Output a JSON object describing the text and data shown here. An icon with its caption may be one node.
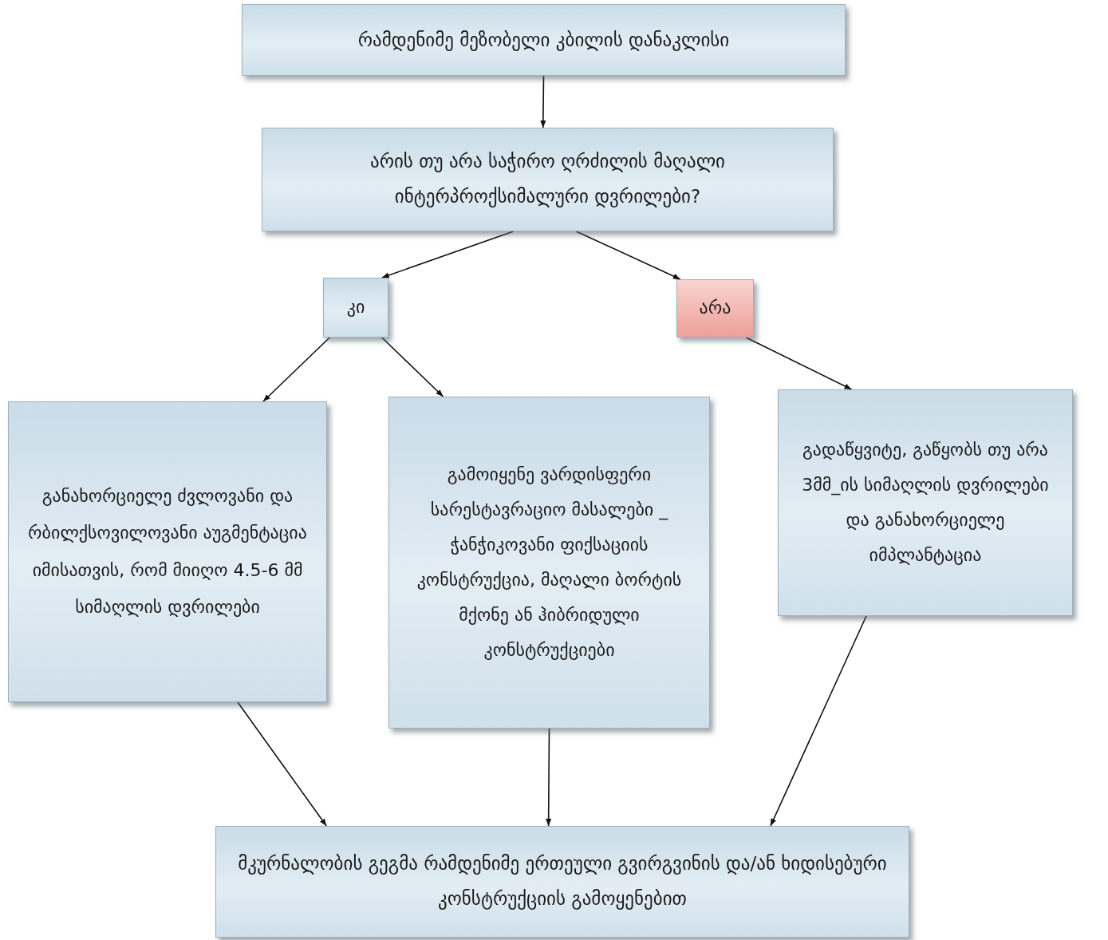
{
  "diagram": {
    "nodes": [
      {
        "text": [
          "რამდენიმე მეზობელი კბილის დანაკლისი"
        ]
      },
      {
        "text": [
          "არის თუ არა საჭირო ღრძილის მაღალი ინტერპროქსიმალური დვრილები?"
        ]
      },
      {
        "text": [
          "კი"
        ]
      },
      {
        "text": [
          "არა"
        ]
      },
      {
        "text": [
          "განახორციელე ძვლოვანი და რბილქსოვილოვანი აუგმენტაცია იმისათვის, რომ მიიღო 4.5-6 მმ სიმაღლის დვრილები"
        ]
      },
      {
        "text": [
          "გამოიყენე ვარდისფერი სარესტავრაციო მასალები _ ჭანჭიკოვანი ფიქსაციის კონსტრუქცია, მაღალი ბორტის მქონე ან ჰიბრიდული კონსტრუქციები"
        ]
      },
      {
        "text": [
          "გადაწყვიტე, გაწყობს თუ არა 3მმ_ის სიმაღლის დვრილები და განახორციელე იმპლანტაცია"
        ]
      },
      {
        "text": [
          "მკურნალობის გეგმა რამდენიმე ერთეული გვირგვინის და/ან ხიდისებური კონსტრუქციის გამოყენებით"
        ]
      }
    ],
    "edges": [
      {
        "from": 0,
        "to": 1,
        "arrow": "to"
      },
      {
        "from": 1,
        "to": 2,
        "arrow": "to"
      },
      {
        "from": 1,
        "to": 3,
        "arrow": "to"
      },
      {
        "from": 2,
        "to": 4,
        "arrow": "to"
      },
      {
        "from": 2,
        "to": 5,
        "arrow": "to"
      },
      {
        "from": 3,
        "to": 6,
        "arrow": "to"
      },
      {
        "from": 4,
        "to": 7,
        "arrow": "to"
      },
      {
        "from": 5,
        "to": 7,
        "arrow": "to"
      },
      {
        "from": 6,
        "to": 7,
        "arrow": "to"
      }
    ]
  }
}
